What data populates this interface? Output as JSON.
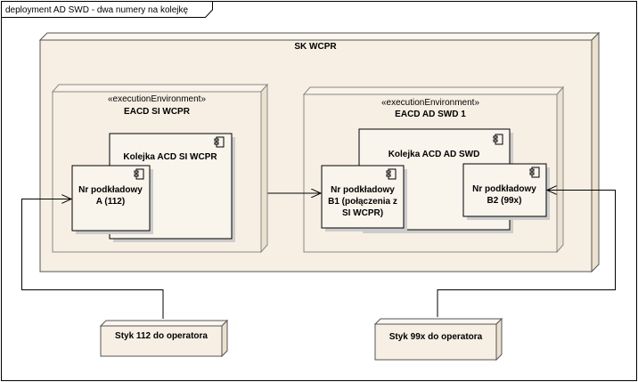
{
  "diagram": {
    "frame_title": "deployment AD SWD - dwa numery na kolejkę",
    "outer_node": {
      "name": "SK WCPR"
    },
    "env1": {
      "stereotype": "«executionEnvironment»",
      "name": "EACD SI WCPR",
      "queue": {
        "name": "Kolejka ACD SI WCPR",
        "icon": "component-icon"
      },
      "number": {
        "lines": [
          "Nr podkładowy",
          "A (112)"
        ],
        "icon": "component-icon"
      }
    },
    "env2": {
      "stereotype": "«executionEnvironment»",
      "name": "EACD AD SWD 1",
      "queue": {
        "name": "Kolejka ACD AD SWD",
        "icon": "component-icon"
      },
      "number_b1": {
        "lines": [
          "Nr podkładowy",
          "B1 (połączenia z",
          "SI WCPR)"
        ],
        "icon": "component-icon"
      },
      "number_b2": {
        "lines": [
          "Nr podkładowy",
          "B2 (99x)"
        ],
        "icon": "component-icon"
      }
    },
    "external_nodes": [
      {
        "name": "Styk 112 do operatora"
      },
      {
        "name": "Styk 99x do operatora"
      }
    ],
    "colors": {
      "node_fill": "#f7efe4",
      "node_side": "#ece0cf",
      "component_fill": "#f9f4ec",
      "line": "#000000",
      "env_line": "#888888"
    }
  }
}
